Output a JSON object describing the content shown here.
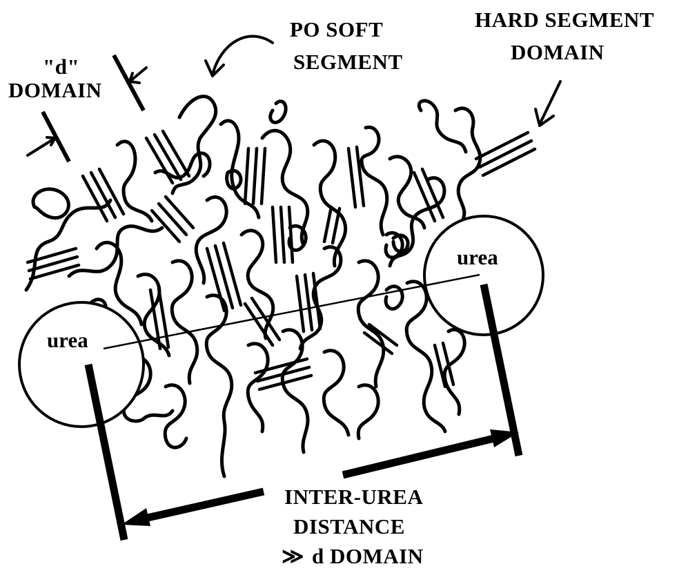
{
  "diagram": {
    "labels": {
      "d_quote": "\"d\"",
      "d_domain": "DOMAIN",
      "po_soft_line1": "PO SOFT",
      "po_soft_line2": "SEGMENT",
      "hard_segment_line1": "HARD SEGMENT",
      "hard_segment_line2": "DOMAIN",
      "urea_left": "urea",
      "urea_right": "urea",
      "inter_urea_line1": "INTER-UREA",
      "inter_urea_line2": "DISTANCE",
      "inter_urea_line3": "d DOMAIN",
      "much_greater_symbol": "≫"
    },
    "colors": {
      "ink": "#000000",
      "paper": "#ffffff"
    }
  }
}
